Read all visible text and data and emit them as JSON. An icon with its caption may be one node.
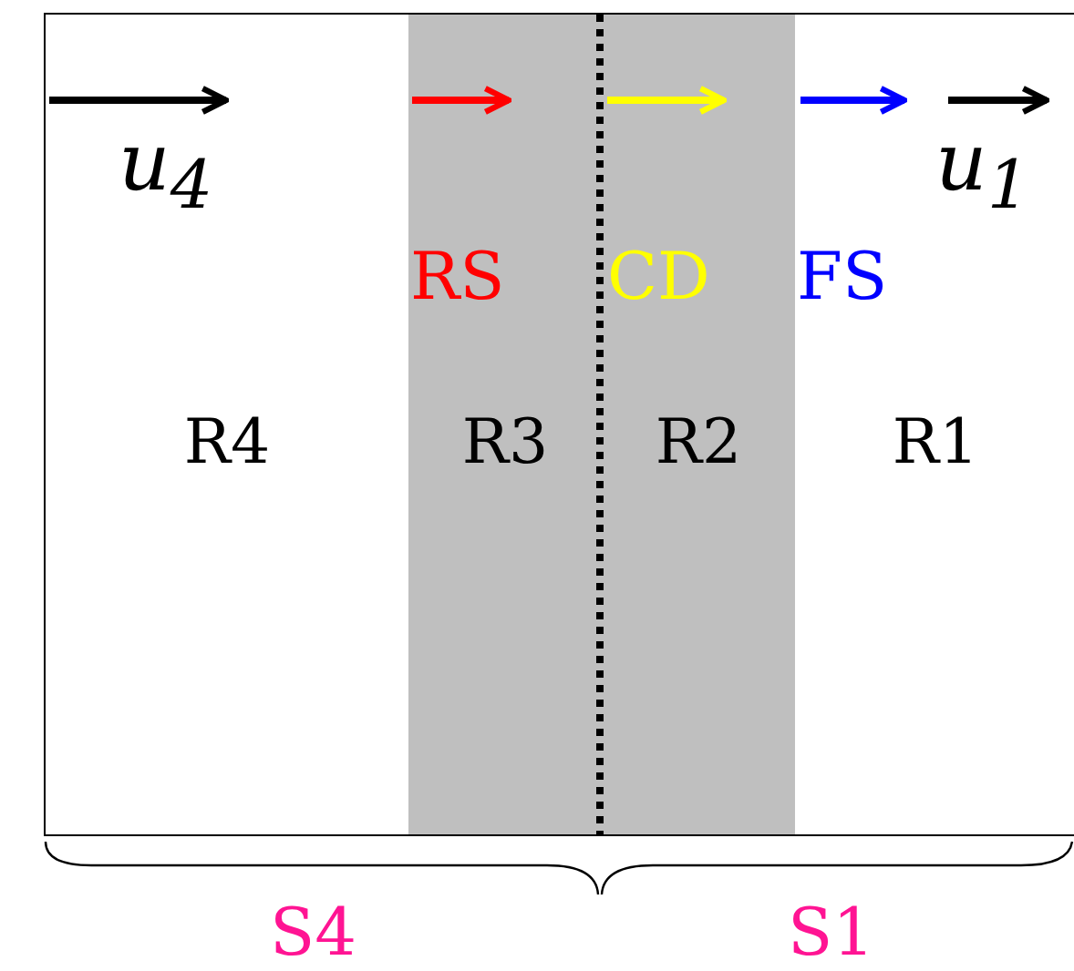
{
  "diagram": {
    "nodes": [
      {
        "text": [],
        "shape": "box"
      },
      {
        "text": [
          "R4"
        ],
        "in": 0
      },
      {
        "text": [
          "R3"
        ],
        "in": 0
      },
      {
        "text": [
          "R2"
        ],
        "in": 0
      },
      {
        "text": [
          "R1"
        ],
        "in": 0
      }
    ],
    "labels": [
      "u$_{4}$",
      "RS",
      "CD",
      "FS",
      "u$_{1}$",
      "S4",
      "S1"
    ]
  }
}
